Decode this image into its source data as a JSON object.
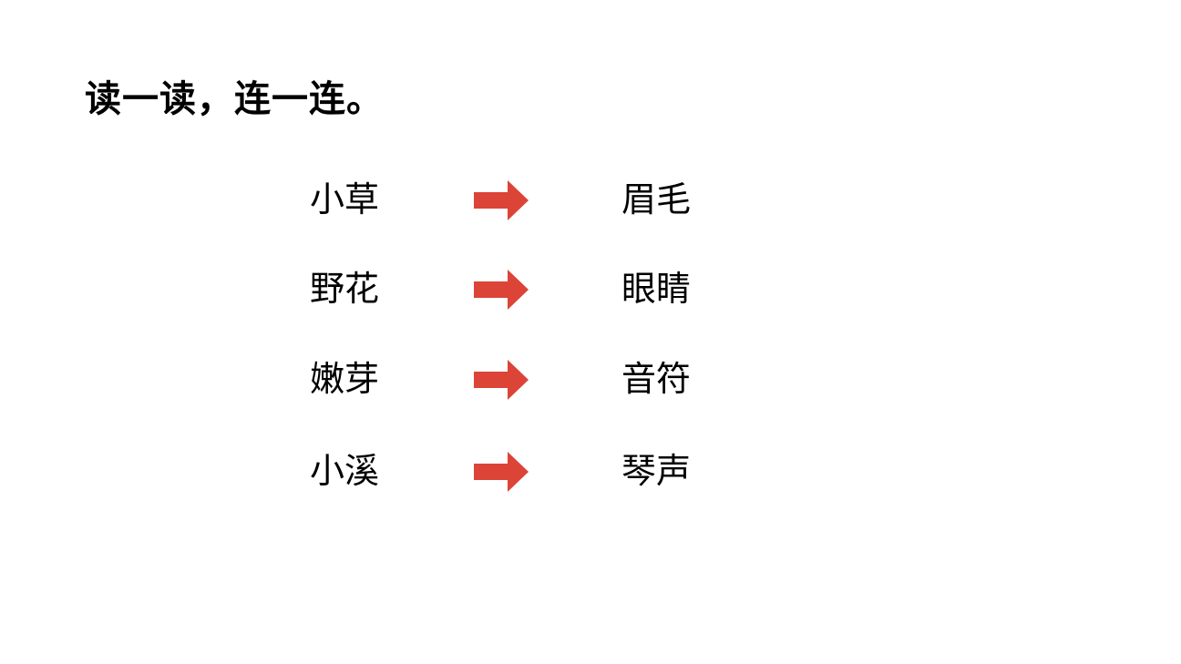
{
  "slide": {
    "title": "读一读，连一连。",
    "background_color": "#ffffff",
    "text_color": "#000000",
    "arrow_color": "#dc4437",
    "arrow_icon": "right-block-arrow",
    "pairs": [
      {
        "left": "小草",
        "right": "眉毛"
      },
      {
        "left": "野花",
        "right": "眼睛"
      },
      {
        "left": "嫩芽",
        "right": "音符"
      },
      {
        "left": "小溪",
        "right": "琴声"
      }
    ]
  }
}
